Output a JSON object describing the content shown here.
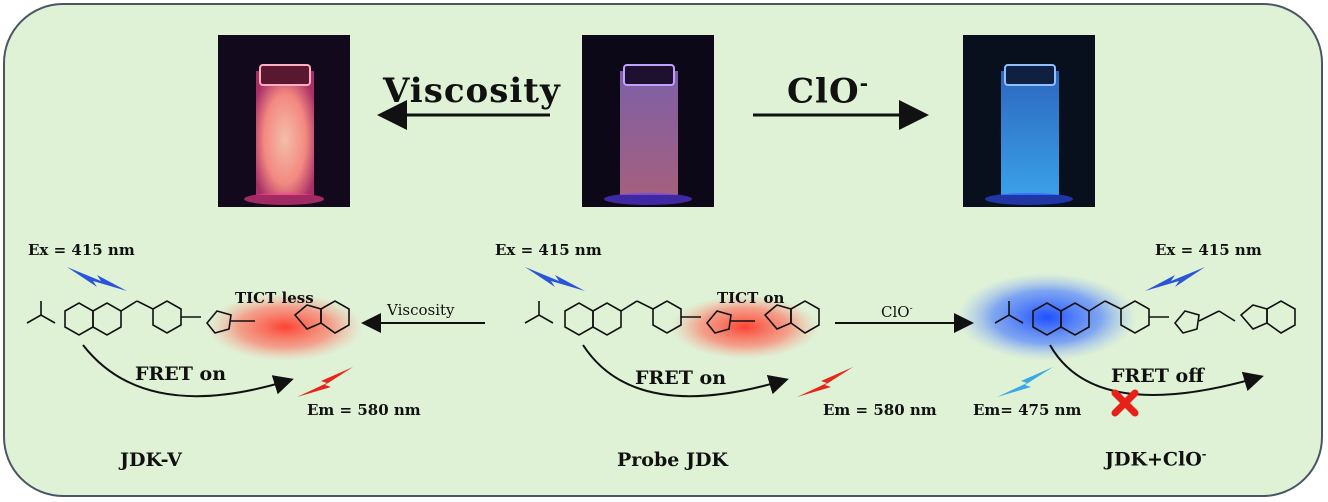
{
  "top": {
    "viscosity_label": "Viscosity",
    "clo_label": "ClO",
    "clo_sup": "-"
  },
  "left": {
    "ex": "Ex = 415 nm",
    "tict": "TICT less",
    "fret": "FRET on",
    "em": "Em = 580 nm",
    "name": "JDK-V",
    "arrow_label": "Viscosity"
  },
  "center": {
    "ex": "Ex = 415 nm",
    "tict": "TICT on",
    "fret": "FRET on",
    "em": "Em = 580 nm",
    "name": "Probe JDK"
  },
  "right": {
    "ex": "Ex = 415 nm",
    "fret": "FRET off",
    "em": "Em= 475 nm",
    "name": "JDK+ClO",
    "name_sup": "-",
    "arrow_label": "ClO",
    "arrow_sup": "-"
  },
  "colors": {
    "background": "#dff2d6",
    "border": "#4a5568",
    "pink_glow": "#ff8a7a",
    "blue_glow": "#3a7bff",
    "lightning_blue": "#2a55d8",
    "lightning_red": "#e8251a",
    "cross": "#e8201a"
  }
}
